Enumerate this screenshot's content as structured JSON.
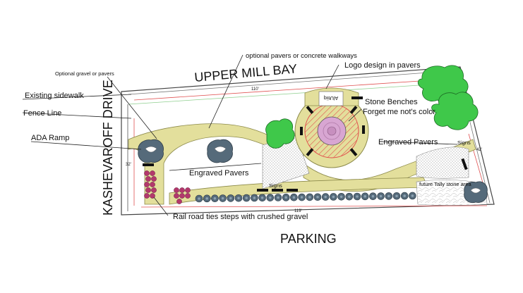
{
  "streets": {
    "top": "UPPER MILL BAY",
    "left": "KASHEVAROFF DRIVE",
    "bottom": "PARKING"
  },
  "dimensions": {
    "top": "110'",
    "bottom": "119'",
    "left": "32'",
    "right": "42'"
  },
  "callouts": {
    "optional_gravel": "Optional gravel or pavers",
    "optional_pavers": "optional pavers or concrete walkways",
    "existing_sidewalk": "Existing sidewalk",
    "fence_line": "Fence Line",
    "ada_ramp": "ADA Ramp",
    "logo_design": "Logo design in pavers",
    "stone_benches": "Stone Benches",
    "forget_me_nots": "Forget me not's color",
    "engraved_pavers_right": "Engraved Pavers",
    "engraved_pavers_left": "Engraved Pavers",
    "signs_right": "Signs",
    "signs_bottom": "Signs",
    "future_stone": "future Tally stone area",
    "railroad_ties": "Rail road ties steps with crushed gravel"
  },
  "logo_text": "AlUtiiq",
  "colors": {
    "walkway_fill": "#e3df9c",
    "walkway_stroke": "#8c8a4a",
    "tree_green": "#3fc84a",
    "shrub_gray": "#556a7a",
    "berry_magenta": "#b3386c",
    "dimension_red": "#e05050",
    "center_ring_red": "#e24a4a",
    "center_fill_purple": "#d8a6d2"
  }
}
